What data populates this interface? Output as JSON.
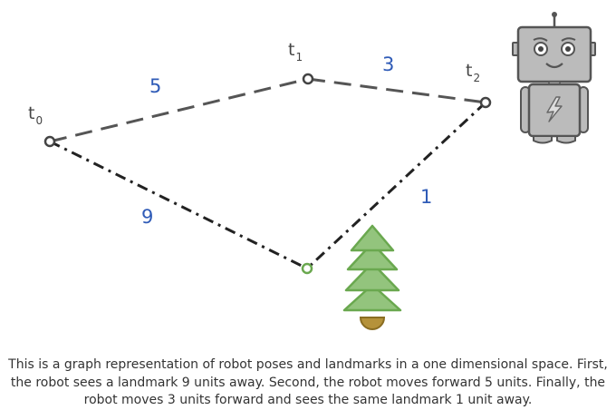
{
  "colors": {
    "edge": "#555555",
    "edge_label": "#2f5bb7",
    "node_stroke": "#444444",
    "landmark": "#6aa84f",
    "tree_fill": "#93c47d",
    "tree_stroke": "#6aa84f",
    "trunk": "#b5923a",
    "robot_body": "#bbbbbb",
    "robot_stroke": "#555555"
  },
  "poses": [
    {
      "label": "t",
      "sub": "0"
    },
    {
      "label": "t",
      "sub": "1"
    },
    {
      "label": "t",
      "sub": "2"
    }
  ],
  "edges": {
    "odometry": [
      {
        "from": "t0",
        "to": "t1",
        "label": "5"
      },
      {
        "from": "t1",
        "to": "t2",
        "label": "3"
      }
    ],
    "observations": [
      {
        "from": "t0",
        "to": "landmark",
        "label": "9"
      },
      {
        "from": "t2",
        "to": "landmark",
        "label": "1"
      }
    ]
  },
  "icons": [
    "robot-icon",
    "tree-icon",
    "lightning-icon"
  ],
  "caption": "This is a graph representation of robot poses and landmarks in a one dimensional space. First, the robot sees a landmark 9 units away. Second, the robot moves forward 5 units. Finally, the robot moves 3 units forward and sees the same landmark 1 unit away."
}
